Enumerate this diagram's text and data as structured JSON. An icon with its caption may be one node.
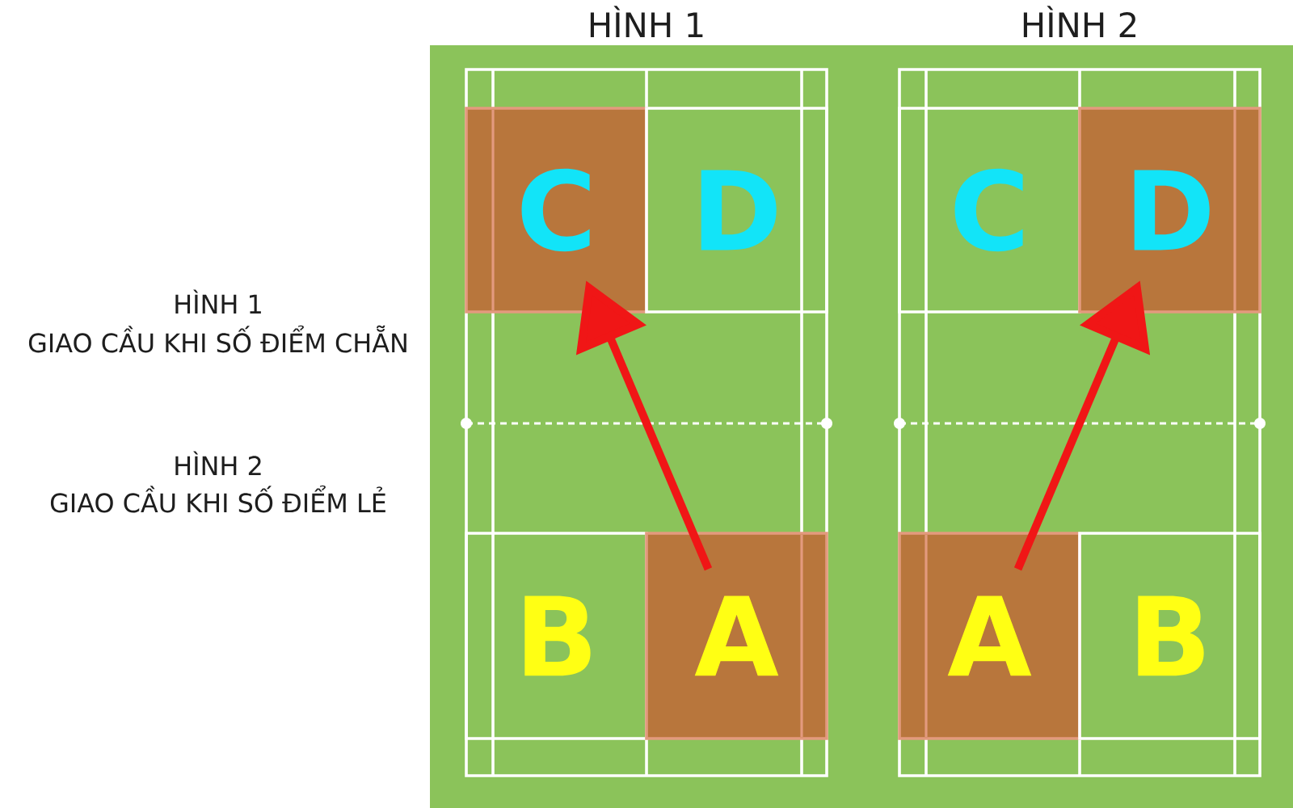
{
  "diagram": {
    "nodes": [
      {
        "text": [
          "HÌNH 1"
        ]
      },
      {
        "text": [
          "C"
        ],
        "in": 0
      },
      {
        "text": [
          "D"
        ],
        "in": 0
      },
      {
        "text": [
          "B"
        ],
        "in": 0
      },
      {
        "text": [
          "A"
        ],
        "in": 0
      },
      {
        "text": [
          "HÌNH 2"
        ]
      },
      {
        "text": [
          "C"
        ],
        "in": 5
      },
      {
        "text": [
          "D"
        ],
        "in": 5
      },
      {
        "text": [
          "A"
        ],
        "in": 5
      },
      {
        "text": [
          "B"
        ],
        "in": 5
      }
    ],
    "edges": [
      {
        "from": 4,
        "to": 1,
        "arrow": "to"
      },
      {
        "from": 8,
        "to": 7,
        "arrow": "to"
      }
    ],
    "labels": [
      "HÌNH 1",
      "GIAO CẦU KHI SỐ ĐIỂM CHẴN",
      "HÌNH 2",
      "GIAO CẦU KHI SỐ ĐIỂM LẺ"
    ]
  }
}
